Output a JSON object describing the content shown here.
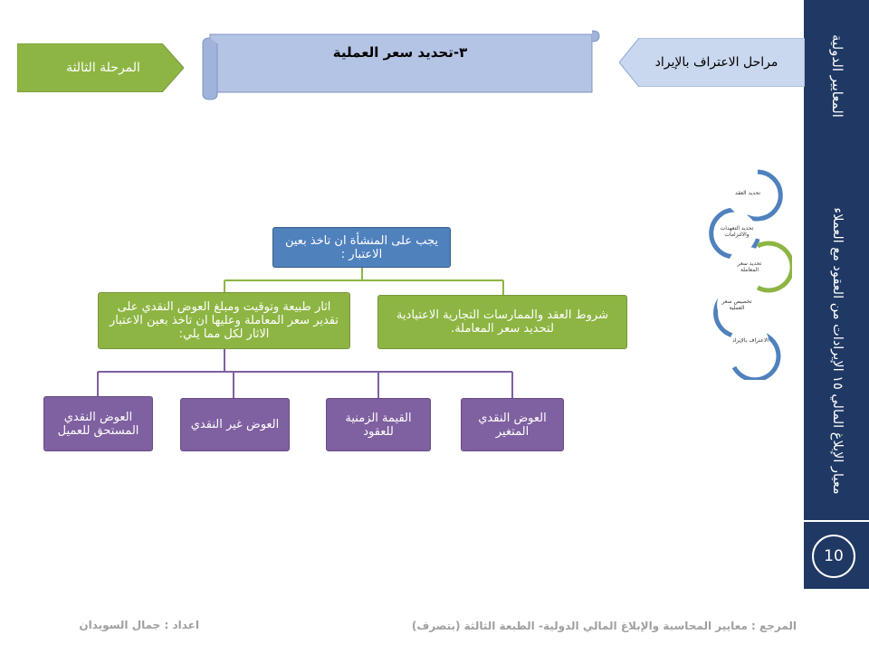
{
  "sidebar": {
    "title_top": "المعايير الدولية",
    "title_main": "معيار الإبلاغ المالي ١٥ الإيرادات من العقود مع العملاء",
    "page_number": "10"
  },
  "header": {
    "stage_label": "المرحلة الثالثة",
    "step_title": "٣-تحديد سعر العملية",
    "section_label": "مراحل الاعتراف بالإيراد"
  },
  "diagram": {
    "root": "يجب على المنشأة ان تاخذ بعين الاعتبار :",
    "level1": [
      "شروط العقد والممارسات التجارية الاعتيادية لتحديد سعر المعاملة.",
      "اثار طبيعة وتوقيت ومبلغ العوض النقدي على تقدير سعر المعاملة وعليها ان تاخذ بعين الاعتبار الاثار لكل مما يلي:"
    ],
    "level2": [
      "العوض النقدي المتغير",
      "القيمة الزمنية للعقود",
      "العوض غير النقدي",
      "العوض النقدي المستحق للعميل"
    ]
  },
  "cycle": {
    "steps": [
      "تحديد العقد",
      "تحديد التعهدات والالتزامات",
      "تحديد سعر المعاملة",
      "تخصيص سعر العملية",
      "الاعتراف بالإيراد"
    ],
    "active_index": 2,
    "colors": {
      "active": "#8db543",
      "inactive": "#4f81bd"
    }
  },
  "footer": {
    "reference": "المرجع : معايير المحاسبة والإبلاغ المالي الدولية- الطبعة الثالثة (بتصرف)",
    "prepared_by": "اعداد : جمال السويدان"
  }
}
